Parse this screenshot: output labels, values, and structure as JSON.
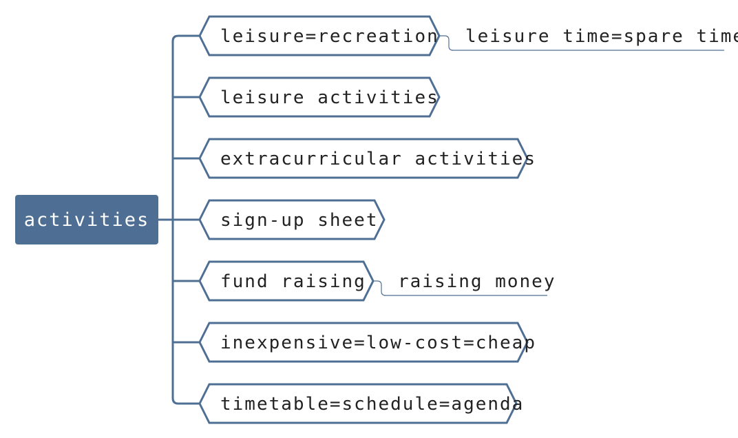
{
  "colors": {
    "root_fill": "#4e6f93",
    "node_stroke": "#4e6f93",
    "connector": "#4e6f93",
    "text": "#222222",
    "root_text": "#ffffff"
  },
  "root": {
    "label": "activities"
  },
  "branches": [
    {
      "label": "leisure=recreation",
      "children": [
        {
          "label": "leisure time=spare time"
        }
      ]
    },
    {
      "label": "leisure activities",
      "children": []
    },
    {
      "label": "extracurricular activities",
      "children": []
    },
    {
      "label": "sign-up sheet",
      "children": []
    },
    {
      "label": "fund raising",
      "children": [
        {
          "label": "raising money"
        }
      ]
    },
    {
      "label": "inexpensive=low-cost=cheap",
      "children": []
    },
    {
      "label": "timetable=schedule=agenda",
      "children": []
    }
  ]
}
